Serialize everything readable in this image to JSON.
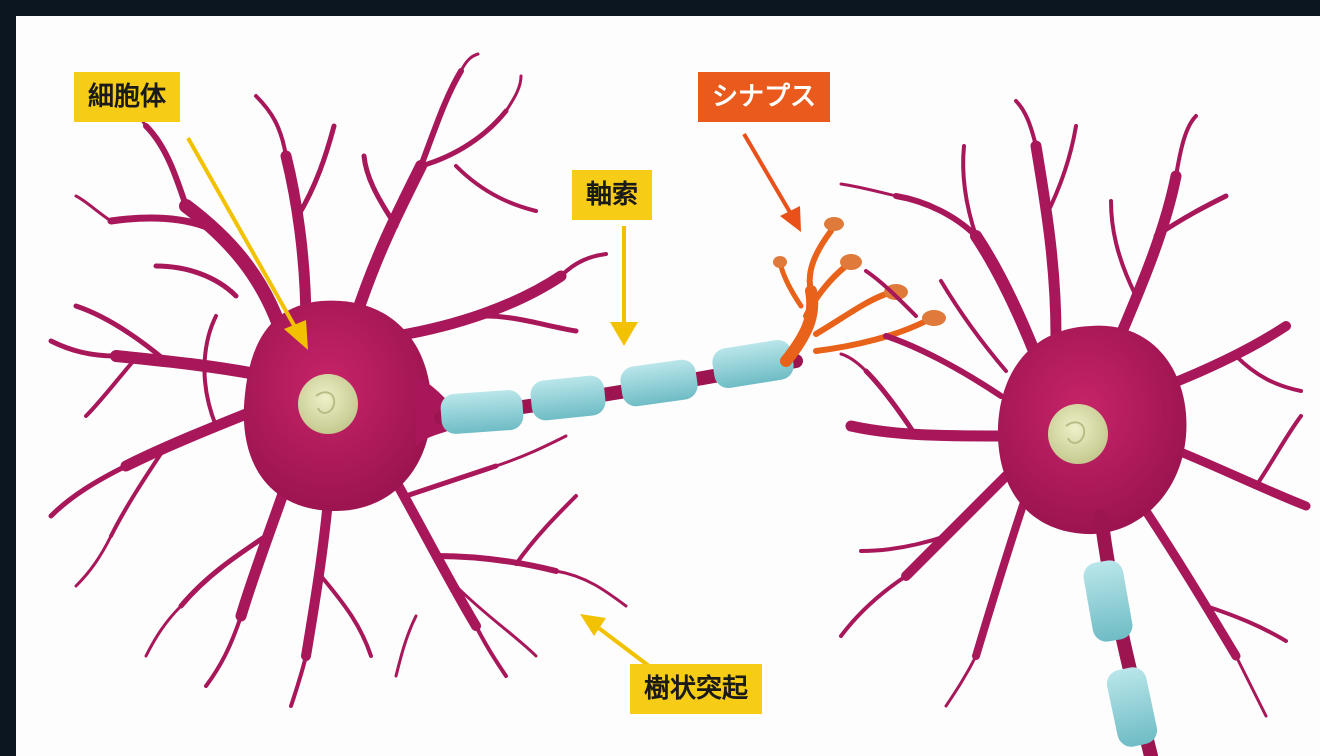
{
  "labels": {
    "soma": "細胞体",
    "axon": "軸索",
    "synapse": "シナプス",
    "dendrite": "樹状突起"
  },
  "colors": {
    "frame": "#0b1620",
    "background": "#fdfdfe",
    "neuron": "#b3195a",
    "neuron_dark": "#8e1046",
    "myelin": "#8fd3da",
    "nucleus": "#dcdfae",
    "synapse": "#e8621a",
    "label_yellow": "#f7cc16",
    "label_orange": "#ea5a1c",
    "arrow_yellow": "#f2c200",
    "arrow_orange": "#e9501a"
  }
}
